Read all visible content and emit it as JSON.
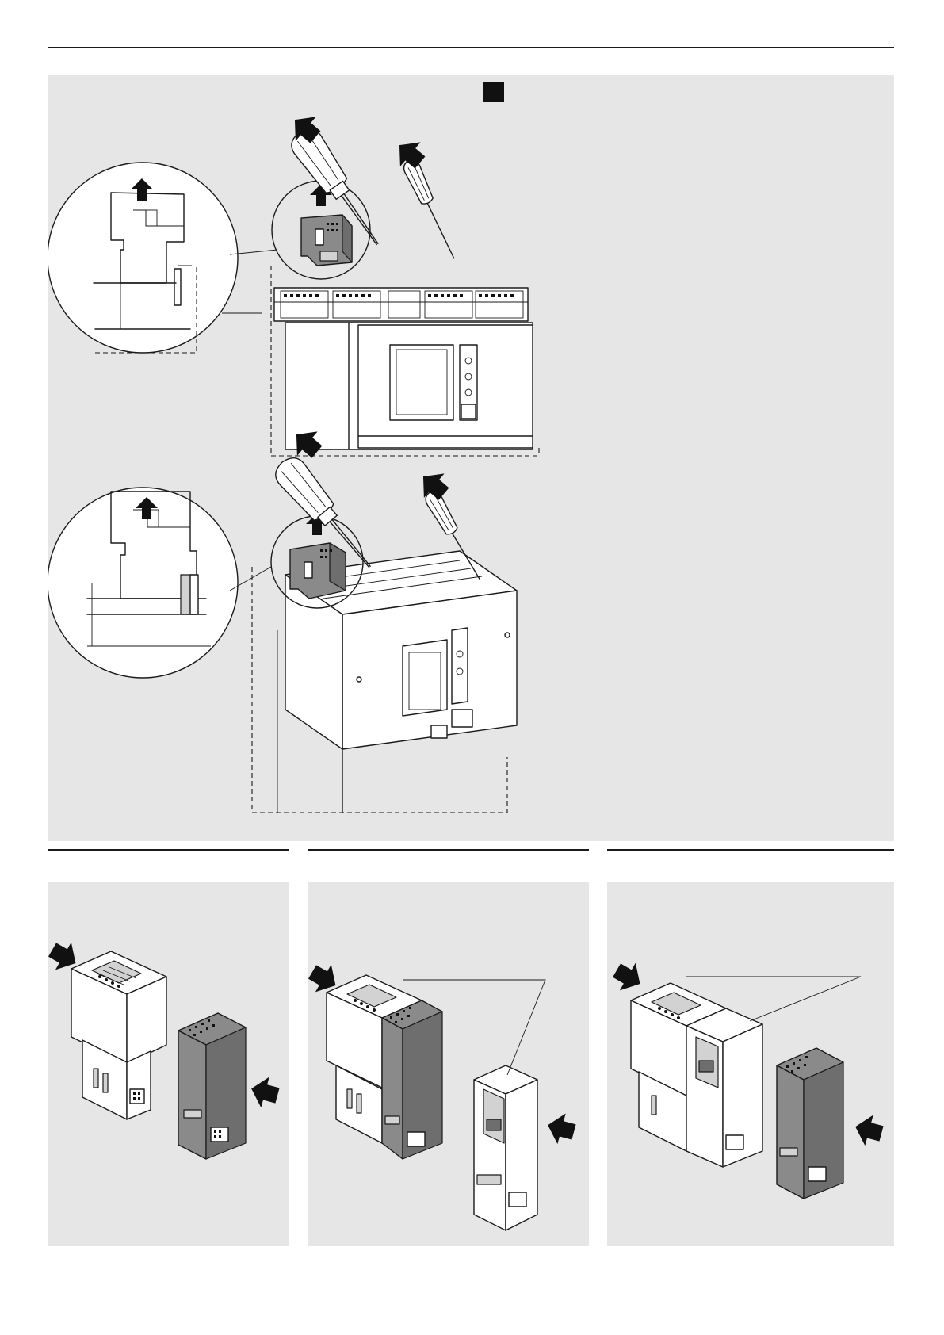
{
  "page": {
    "step_marker": {
      "shape": "filled-square",
      "color": "#111111"
    },
    "panel_background": "#e6e6e7",
    "accent_module_color": "#8a8a8a"
  },
  "main_figure": {
    "views": [
      {
        "id": "front-view",
        "description_icons": [
          "screwdriver-large-icon",
          "screwdriver-small-icon",
          "arrow-up-icon",
          "arrow-push-icon"
        ]
      },
      {
        "id": "perspective-view",
        "description_icons": [
          "screwdriver-large-icon",
          "screwdriver-small-icon",
          "arrow-up-icon",
          "arrow-push-icon"
        ]
      }
    ]
  },
  "sub_figures": [
    {
      "id": "module-pair",
      "icons": [
        "arrow-push-icon",
        "arrow-push-icon"
      ]
    },
    {
      "id": "module-pair-with-adapter",
      "icons": [
        "arrow-push-icon",
        "arrow-push-icon"
      ]
    },
    {
      "id": "module-trio",
      "icons": [
        "arrow-push-icon",
        "arrow-push-icon"
      ]
    }
  ]
}
